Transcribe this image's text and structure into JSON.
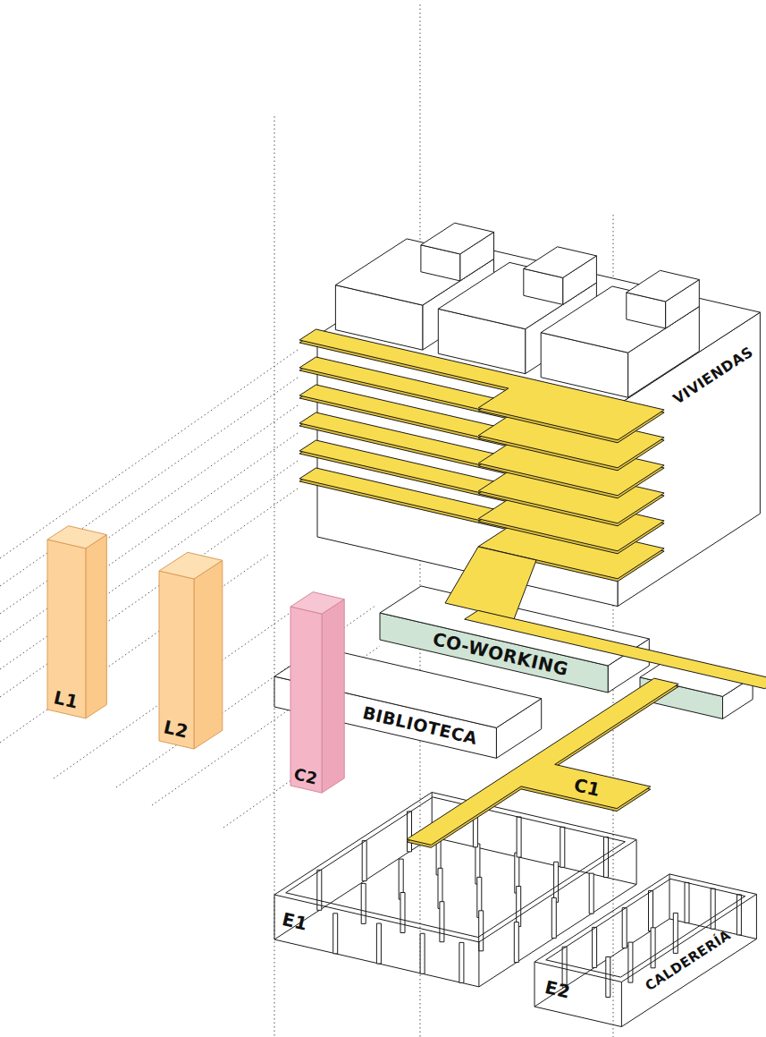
{
  "diagram": {
    "nodes": [
      {
        "text": [
          "VIVIENDAS"
        ]
      },
      {
        "text": [
          "L1"
        ]
      },
      {
        "text": [
          "L2"
        ]
      },
      {
        "text": [
          "C2"
        ]
      },
      {
        "text": [
          "CO-WORKING"
        ]
      },
      {
        "text": [
          "BIBLIOTECA"
        ]
      },
      {
        "text": [
          "C1"
        ]
      },
      {
        "text": [
          "E1"
        ]
      },
      {
        "text": [
          "E2",
          "CALDERERÍA"
        ]
      }
    ]
  }
}
